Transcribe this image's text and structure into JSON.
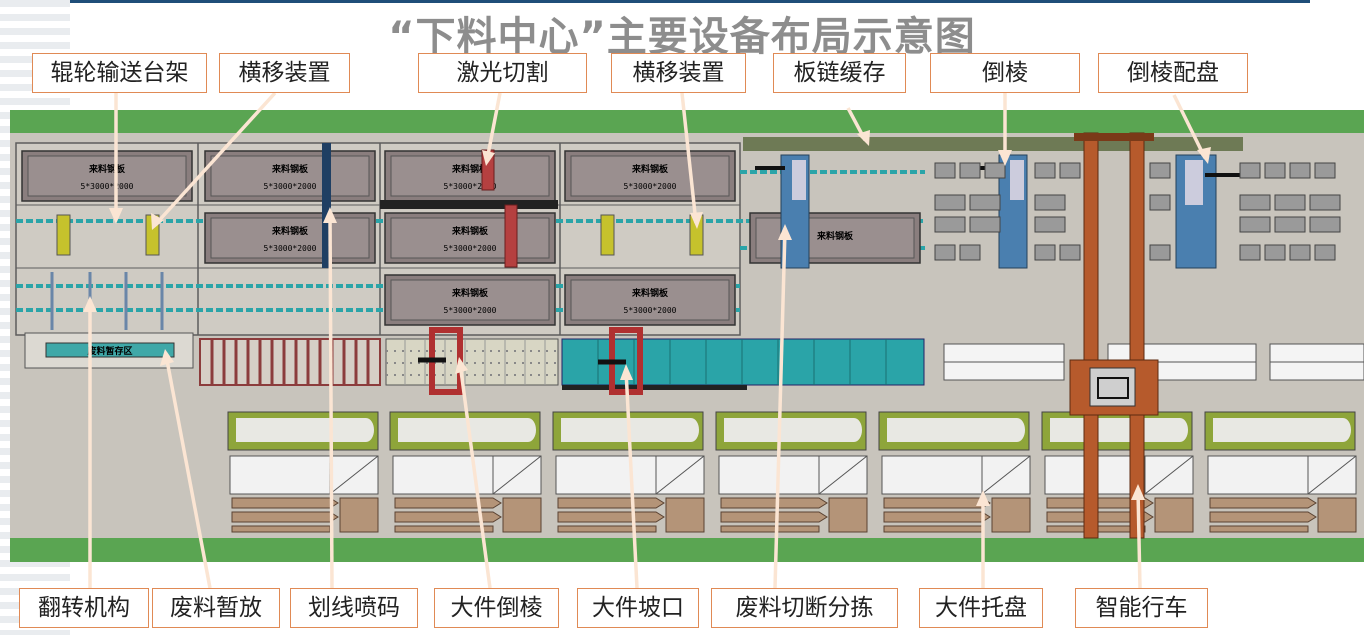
{
  "title": "“下料中心”主要设备布局示意图",
  "labels_top": [
    "辊轮输送台架",
    "横移装置",
    "激光切割",
    "横移装置",
    "板链缓存",
    "倒棱",
    "倒棱配盘"
  ],
  "labels_bottom": [
    "翻转机构",
    "废料暂放",
    "划线喷码",
    "大件倒棱",
    "大件坡口",
    "废料切断分拣",
    "大件托盘",
    "智能行车"
  ],
  "plate_label": "来料钢板",
  "plate_size_a": "5*3000*2000",
  "plate_size_b": "5*3000*2000",
  "scrap_box_label": "废料暂存区",
  "colors": {
    "floor": "#c8c4bc",
    "green_border": "#5aa552",
    "callout_line": "#fbe5d3",
    "label_border": "#e08a55",
    "crane": "#b65a2c",
    "station_blue": "#4a7faf",
    "conveyor_teal": "#2aa4a8"
  }
}
